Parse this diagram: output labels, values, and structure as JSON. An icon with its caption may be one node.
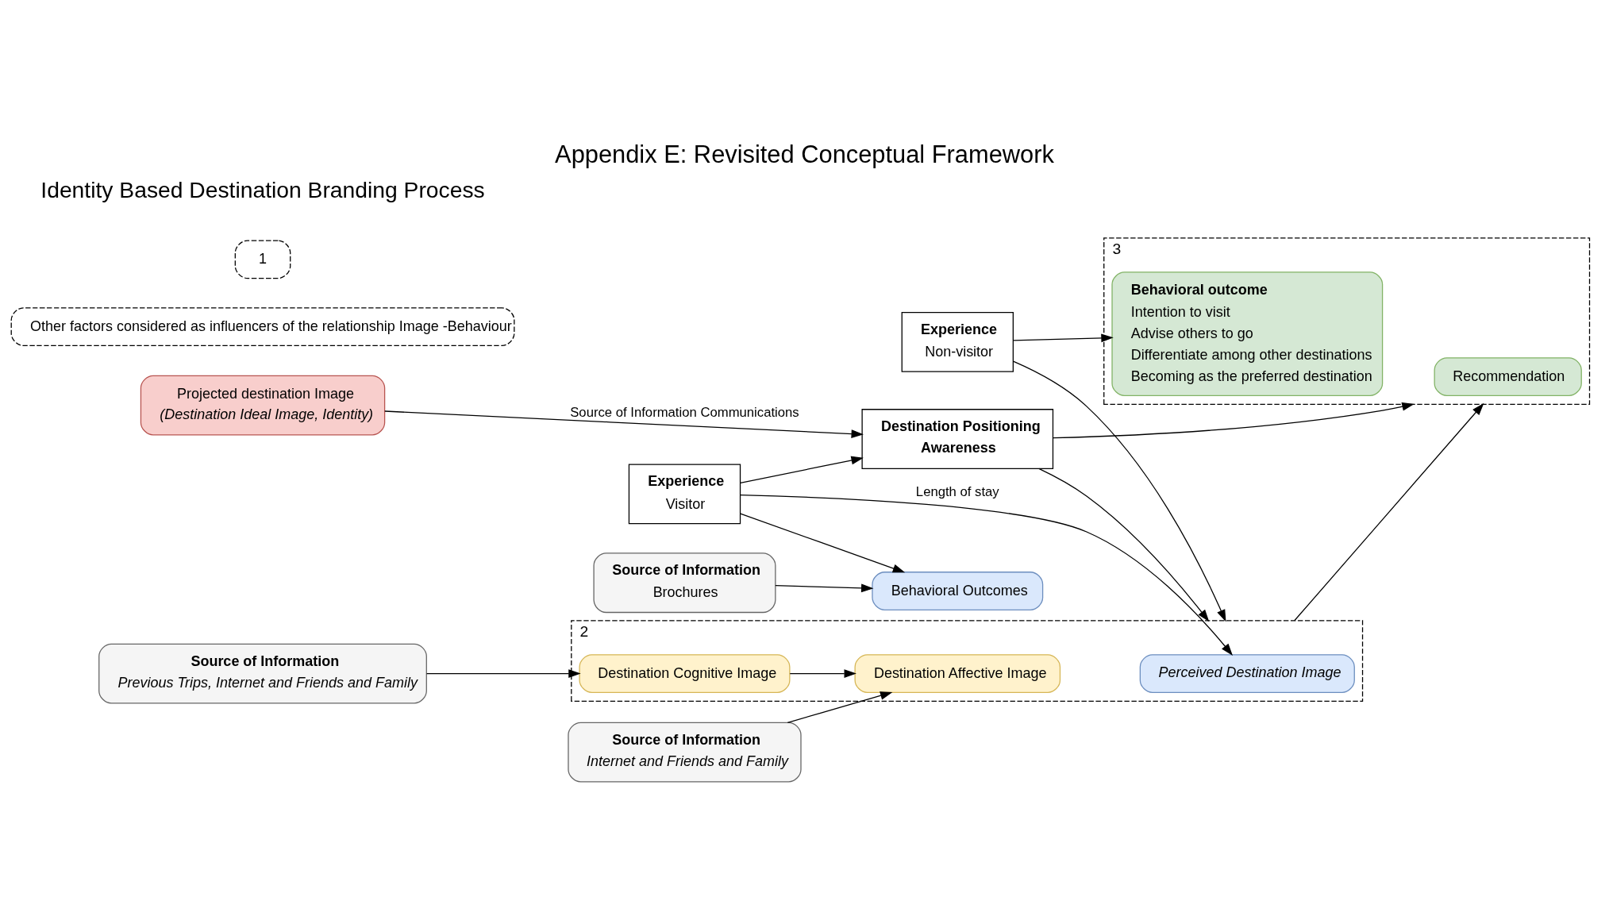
{
  "diagram": {
    "title": "Appendix E: Revisited Conceptual Framework",
    "caption": "Identity Based Destination Branding Process",
    "nodes": [
      {
        "text": [
          "Projected destination Image",
          "(Destination Ideal Image, Identity)"
        ]
      },
      {
        "text": [
          "Destination Positioning",
          "Awareness"
        ]
      },
      {
        "text": [
          "2"
        ]
      },
      {
        "text": [
          "Perceived Destination Image"
        ],
        "in": 2
      },
      {
        "text": [
          "Destination Cognitive Image"
        ],
        "in": 2
      },
      {
        "text": [
          "Destination Affective Image"
        ],
        "in": 2
      },
      {
        "text": [
          "Source of Information",
          "Previous Trips, Internet and Friends and Family"
        ]
      },
      {
        "text": [
          "Experience",
          "Visitor"
        ]
      },
      {
        "text": [
          "Source of Information",
          "Brochures"
        ]
      },
      {
        "text": [
          "Behavioral Outcomes"
        ]
      },
      {
        "text": [
          "3"
        ]
      },
      {
        "text": [
          "Recommendation"
        ],
        "in": 10
      },
      {
        "text": [
          "Behavioral outcome",
          "Intention to visit",
          "Advise others to go",
          "Differentiate among other destinations",
          "Becoming as the preferred destination"
        ],
        "in": 10
      },
      {
        "text": [
          "Other factors considered as influencers of the relationship Image -Behaviour"
        ]
      },
      {
        "text": [
          "Source of Information",
          "Internet and Friends and Family"
        ]
      },
      {
        "text": [
          "Experience",
          "Non-visitor"
        ]
      },
      {
        "text": [
          "1"
        ]
      }
    ],
    "edges": [
      {
        "from": 0,
        "to": 1,
        "arrow": "to",
        "label": "Source of Information Communications"
      },
      {
        "from": 7,
        "to": 1,
        "arrow": "to"
      },
      {
        "from": 1,
        "to": 2,
        "arrow": "to"
      },
      {
        "from": 1,
        "to": 10,
        "arrow": "to"
      },
      {
        "from": 6,
        "to": 4,
        "arrow": "to"
      },
      {
        "from": 7,
        "to": 3,
        "arrow": "to",
        "label": "Length of stay"
      },
      {
        "from": 7,
        "to": 9,
        "arrow": "to"
      },
      {
        "from": 8,
        "to": 9,
        "arrow": "to"
      },
      {
        "from": 4,
        "to": 5,
        "arrow": "to"
      },
      {
        "from": 2,
        "to": 10,
        "arrow": "to"
      },
      {
        "from": 14,
        "to": 5,
        "arrow": "to"
      },
      {
        "from": 15,
        "to": 2,
        "arrow": "to"
      },
      {
        "from": 15,
        "to": 12,
        "arrow": "to"
      }
    ]
  }
}
